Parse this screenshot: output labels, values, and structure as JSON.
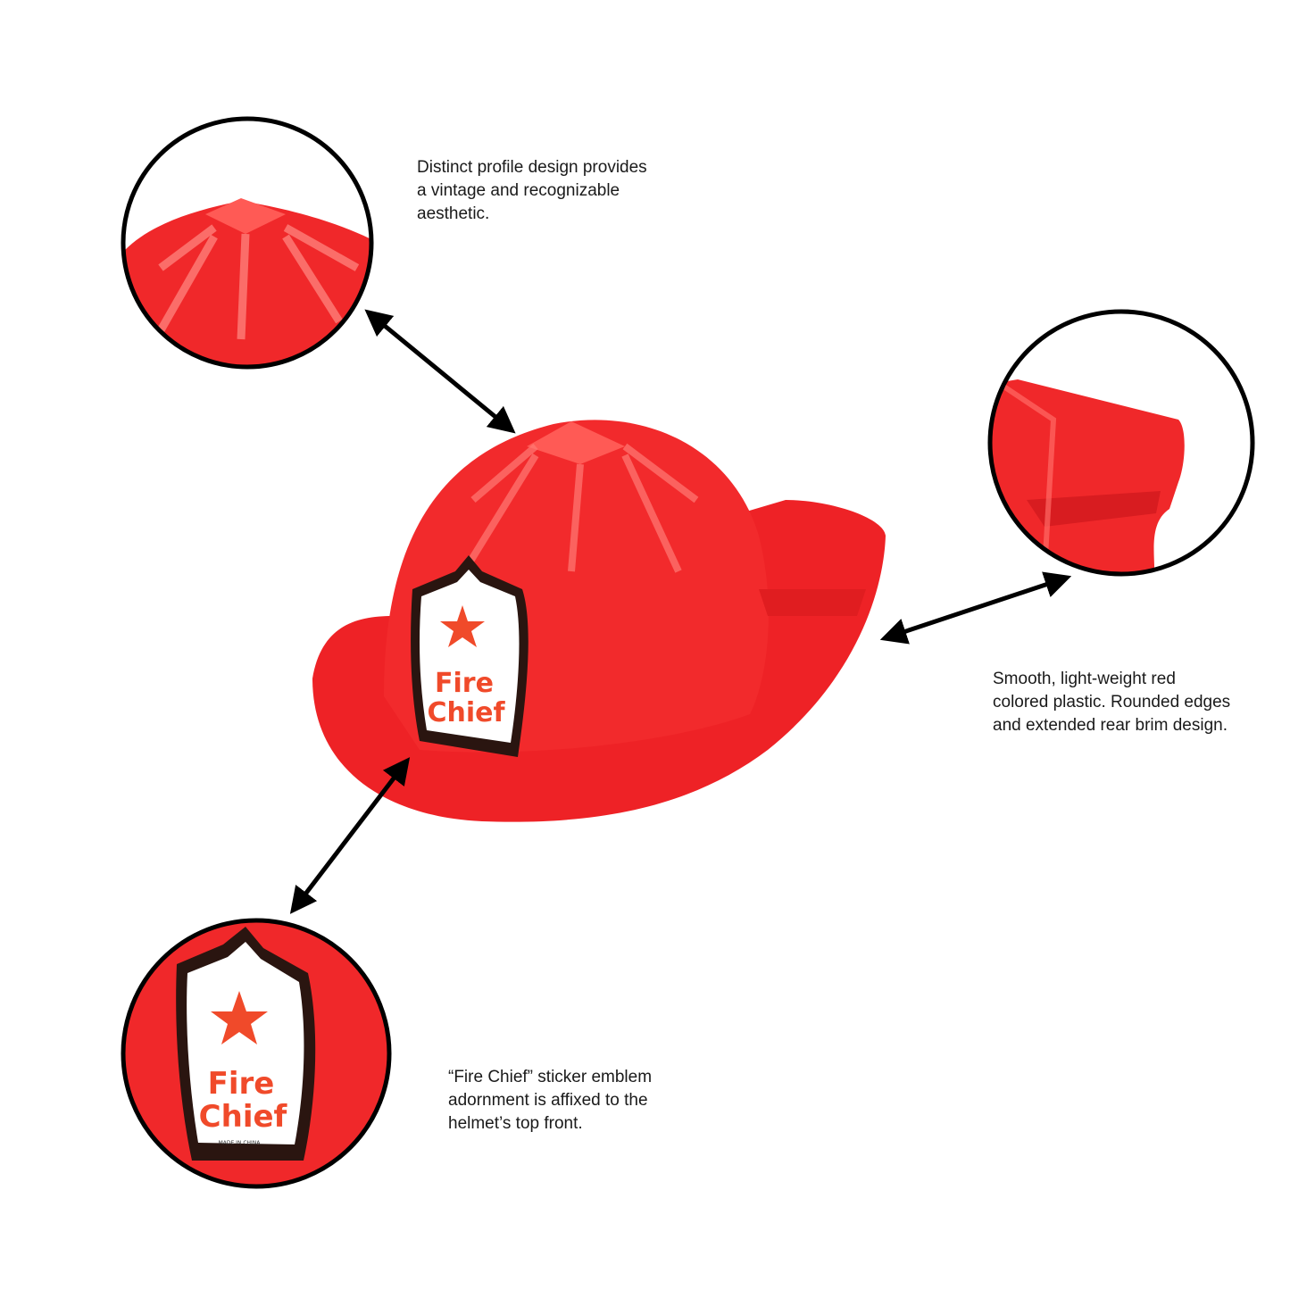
{
  "colors": {
    "helmet_red": "#f0282a",
    "helmet_dark": "#c8151a",
    "outline": "#000000",
    "sticker_text": "#f04a2a"
  },
  "sticker": {
    "line1": "Fire",
    "line2": "Chief",
    "small": "MADE IN CHINA"
  },
  "callouts": {
    "top": {
      "lines": [
        "Distinct profile design provides",
        "a vintage and recognizable",
        "aesthetic."
      ]
    },
    "right": {
      "lines": [
        "Smooth, light-weight red",
        "colored plastic. Rounded edges",
        "and extended rear brim design."
      ]
    },
    "bottom": {
      "lines": [
        "“Fire Chief” sticker emblem",
        "adornment is affixed to the",
        "helmet’s top front."
      ]
    }
  }
}
